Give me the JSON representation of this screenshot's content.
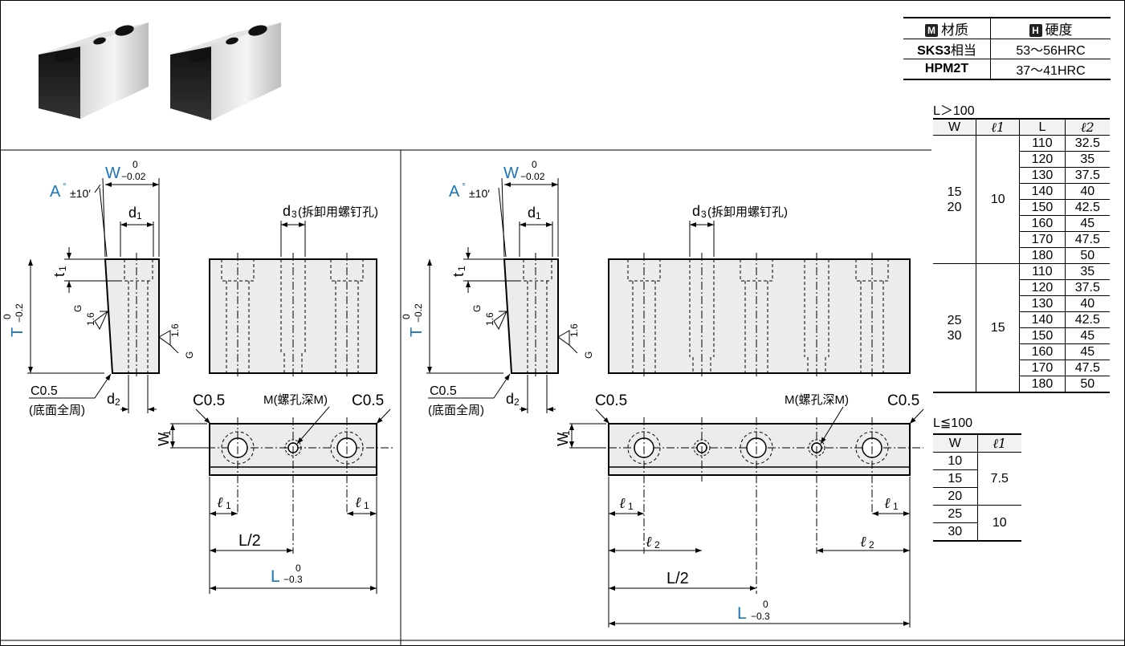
{
  "material_table": {
    "header_material_mark": "M",
    "header_material": "材质",
    "header_hardness_mark": "H",
    "header_hardness": "硬度",
    "rows": [
      {
        "material_bold": "SKS3",
        "material_suffix": "相当",
        "hardness": "53～56HRC"
      },
      {
        "material_bold": "HPM2T",
        "material_suffix": "",
        "hardness": "37～41HRC"
      }
    ]
  },
  "table_long": {
    "caption": "L＞100",
    "headers": [
      "W",
      "ℓ1",
      "L",
      "ℓ2"
    ],
    "groups": [
      {
        "w": [
          "15",
          "20"
        ],
        "l1": "10",
        "rows": [
          [
            "110",
            "32.5"
          ],
          [
            "120",
            "35"
          ],
          [
            "130",
            "37.5"
          ],
          [
            "140",
            "40"
          ],
          [
            "150",
            "42.5"
          ],
          [
            "160",
            "45"
          ],
          [
            "170",
            "47.5"
          ],
          [
            "180",
            "50"
          ]
        ]
      },
      {
        "w": [
          "25",
          "30"
        ],
        "l1": "15",
        "rows": [
          [
            "110",
            "35"
          ],
          [
            "120",
            "37.5"
          ],
          [
            "130",
            "40"
          ],
          [
            "140",
            "42.5"
          ],
          [
            "150",
            "45"
          ],
          [
            "160",
            "45"
          ],
          [
            "170",
            "47.5"
          ],
          [
            "180",
            "50"
          ]
        ]
      }
    ]
  },
  "table_short": {
    "caption": "L≦100",
    "headers": [
      "W",
      "ℓ1"
    ],
    "rows": [
      {
        "w": "10",
        "l1": ""
      },
      {
        "w": "15",
        "l1": "7.5"
      },
      {
        "w": "20",
        "l1": ""
      },
      {
        "w": "25",
        "l1": "10"
      },
      {
        "w": "30",
        "l1": ""
      }
    ]
  },
  "drawing_labels": {
    "W": "W",
    "W_tol_upper": "0",
    "W_tol_lower": "−0.02",
    "A": "A",
    "A_deg": "°",
    "A_tol": "±10′",
    "d1": "d",
    "d1_sub": "1",
    "d2": "d",
    "d2_sub": "2",
    "d3": "d",
    "d3_sub": "3",
    "d3_note": "(拆卸用螺钉孔)",
    "t1": "t",
    "t1_sub": "1",
    "T": "T",
    "T_tol_upper": "0",
    "T_tol_lower": "−0.2",
    "G": "G",
    "roughness": "1.6",
    "C05_edge": "C0.5",
    "C05_note": "(底面全周)",
    "C05": "C0.5",
    "M_note": "M(螺孔深M)",
    "W1": "W",
    "W1_sub": "1",
    "l1": "ℓ",
    "l1_sub": "1",
    "l2": "ℓ",
    "l2_sub": "2",
    "L_half": "L/2",
    "L": "L",
    "L_tol_upper": "0",
    "L_tol_lower": "−0.3"
  },
  "colors": {
    "accent_blue": "#1a75bb",
    "part_fill": "#ececec",
    "line": "#000000"
  }
}
